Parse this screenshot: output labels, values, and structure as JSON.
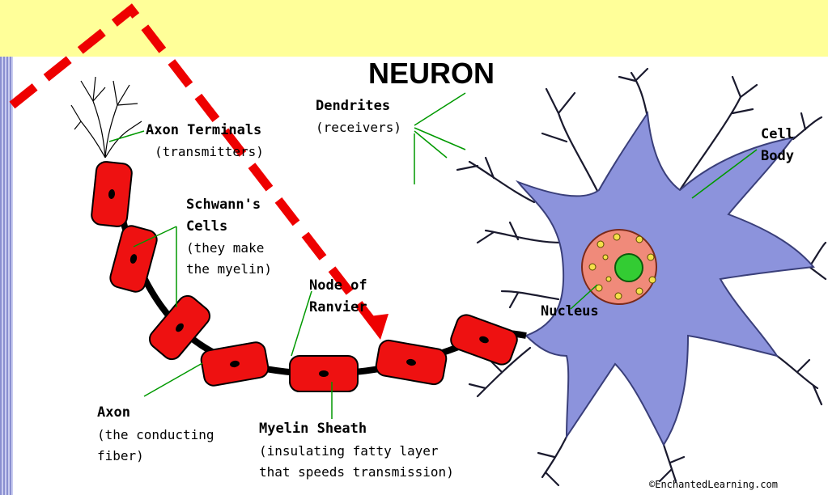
{
  "title": "NEURON",
  "credit": "©EnchantedLearning.com",
  "labels": {
    "axon_terminals": {
      "name": "Axon Terminals",
      "desc": "(transmitters)"
    },
    "dendrites": {
      "name": "Dendrites",
      "desc": "(receivers)"
    },
    "cell_body": {
      "line1": "Cell",
      "line2": "Body"
    },
    "schwann": {
      "name1": "Schwann's",
      "name2": "Cells",
      "desc1": "(they make",
      "desc2": "the myelin)"
    },
    "node": {
      "line1": "Node of",
      "line2": "Ranvier"
    },
    "nucleus": "Nucleus",
    "axon": {
      "name": "Axon",
      "desc1": "(the conducting",
      "desc2": "fiber)"
    },
    "myelin": {
      "name": "Myelin Sheath",
      "desc1": "(insulating fatty layer",
      "desc2": "that speeds transmission)"
    }
  },
  "colors": {
    "background_band": "#ffff99",
    "side_stripe": "#8a8fd0",
    "cell_body": "#8c93dc",
    "myelin": "#ee1111",
    "nucleus": "#f08a7a",
    "nucleolus": "#33cc33",
    "leader_lines": "#009900",
    "annotation": "#ee0000"
  }
}
